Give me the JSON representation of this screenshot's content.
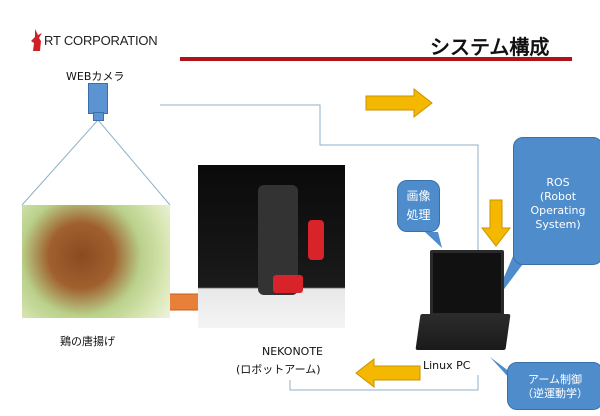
{
  "header": {
    "company": "RT CORPORATION",
    "title": "システム構成"
  },
  "camera": {
    "label": "WEBカメラ"
  },
  "food": {
    "label": "鶏の唐揚げ"
  },
  "robot": {
    "name": "NEKONOTE",
    "subtitle": "(ロボットアーム)"
  },
  "pc": {
    "label": "Linux PC"
  },
  "bubbles": {
    "image_processing": [
      "画像",
      "処理"
    ],
    "ros": [
      "ROS",
      "(Robot",
      "Operating",
      "System)"
    ],
    "arm_control": [
      "アーム制御",
      "（逆運動学）"
    ]
  },
  "colors": {
    "accent_red": "#b0121a",
    "bubble_blue": "#4e8ccc",
    "arrow_yellow": "#f5b800",
    "arrow_orange": "#e8803a",
    "line_blue": "#8fb0c8"
  }
}
